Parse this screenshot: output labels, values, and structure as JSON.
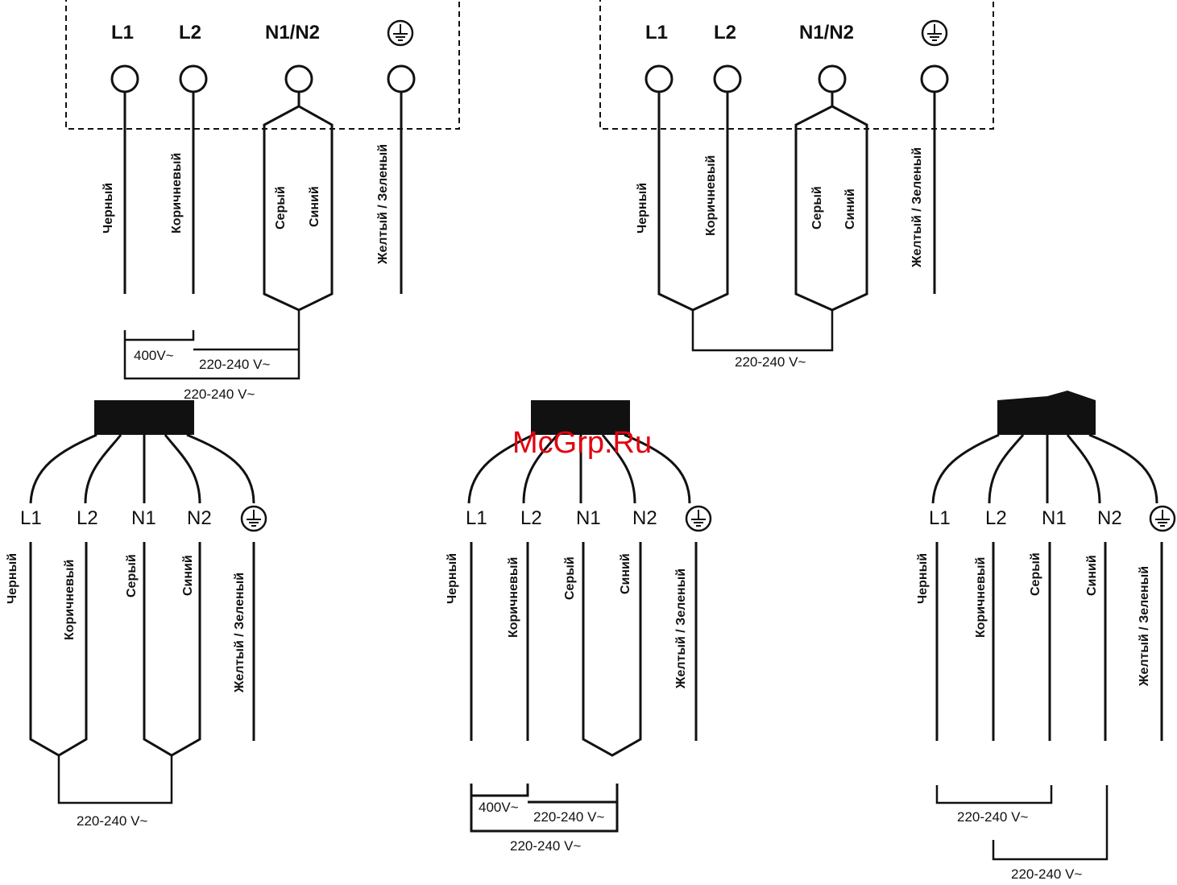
{
  "watermark": "McGrp.Ru",
  "terminals_top": {
    "l1": "L1",
    "l2": "L2",
    "n": "N1/N2"
  },
  "terminals_bottom": {
    "l1": "L1",
    "l2": "L2",
    "n1": "N1",
    "n2": "N2"
  },
  "wires": {
    "black": "Черный",
    "brown": "Коричневый",
    "grey": "Серый",
    "blue": "Синий",
    "earth": "Желтый / Зеленый"
  },
  "voltages": {
    "high": "400V~",
    "low": "220-240 V~"
  }
}
